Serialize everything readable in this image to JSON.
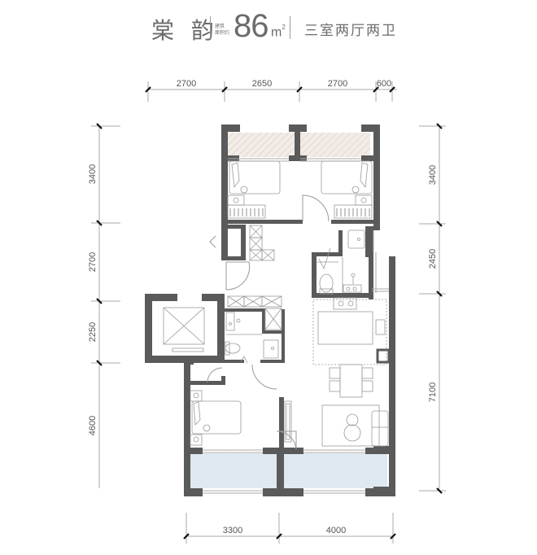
{
  "header": {
    "project_name": "棠 韵",
    "area_label_line1": "建筑",
    "area_label_line2": "面积约",
    "area_value": "86",
    "area_unit": "m",
    "area_unit_sup": "2",
    "layout_type": "三室两厅两卫"
  },
  "dimensions": {
    "top": [
      "2700",
      "2650",
      "2700",
      "600"
    ],
    "left": [
      "3400",
      "2700",
      "2250",
      "4600"
    ],
    "right": [
      "3400",
      "2450",
      "7100"
    ],
    "bottom": [
      "3300",
      "4000"
    ]
  },
  "colors": {
    "wall": "#5a5a5a",
    "balcony_fill": "#dfe9f1",
    "hatch_fill": "#f1e9e2",
    "line": "#9a9a9a",
    "text": "#555555"
  },
  "rooms": [
    {
      "name": "bedroom-north-west",
      "type": "bedroom"
    },
    {
      "name": "bedroom-north-east",
      "type": "bedroom"
    },
    {
      "name": "bedroom-south-west",
      "type": "bedroom"
    },
    {
      "name": "bathroom-east",
      "type": "bathroom"
    },
    {
      "name": "bathroom-west",
      "type": "bathroom"
    },
    {
      "name": "kitchen",
      "type": "kitchen"
    },
    {
      "name": "dining",
      "type": "dining"
    },
    {
      "name": "living-room",
      "type": "living"
    },
    {
      "name": "balcony-south-west",
      "type": "balcony"
    },
    {
      "name": "balcony-south-east",
      "type": "balcony"
    },
    {
      "name": "bay-window-north-west",
      "type": "bay-window"
    },
    {
      "name": "bay-window-north-east",
      "type": "bay-window"
    },
    {
      "name": "elevator-shaft",
      "type": "elevator"
    }
  ]
}
